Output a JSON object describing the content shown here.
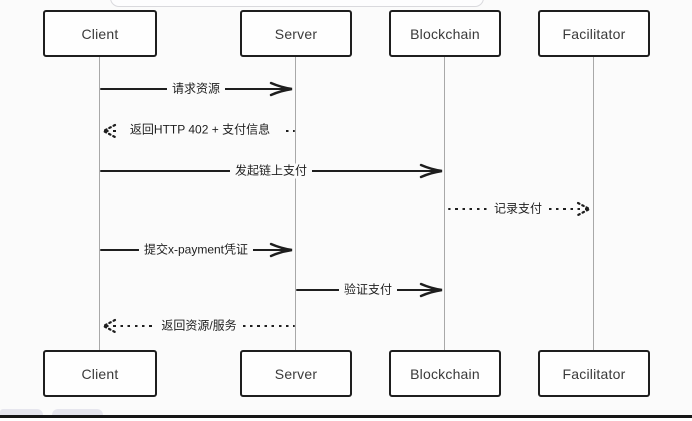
{
  "diagram": {
    "type": "sequence",
    "colors": {
      "stroke": "#1e1e1e",
      "lifeline": "#a8a8a8",
      "canvas": "#fbfbfb",
      "bottom_bar": "#161616",
      "dock_pill": "#e6e6ee"
    },
    "actors": [
      {
        "id": "client",
        "label": "Client"
      },
      {
        "id": "server",
        "label": "Server"
      },
      {
        "id": "blockchain",
        "label": "Blockchain"
      },
      {
        "id": "facilitator",
        "label": "Facilitator"
      }
    ],
    "messages": [
      {
        "from": "Client",
        "to": "Server",
        "style": "solid",
        "label": "请求资源"
      },
      {
        "from": "Server",
        "to": "Client",
        "style": "dotted",
        "label": "返回HTTP 402 + 支付信息"
      },
      {
        "from": "Client",
        "to": "Blockchain",
        "style": "solid",
        "label": "发起链上支付"
      },
      {
        "from": "Blockchain",
        "to": "Facilitator",
        "style": "dotted",
        "label": "记录支付"
      },
      {
        "from": "Client",
        "to": "Server",
        "style": "solid",
        "label": "提交x-payment凭证"
      },
      {
        "from": "Server",
        "to": "Blockchain",
        "style": "solid",
        "label": "验证支付"
      },
      {
        "from": "Server",
        "to": "Client",
        "style": "dotted",
        "label": "返回资源/服务"
      }
    ]
  }
}
